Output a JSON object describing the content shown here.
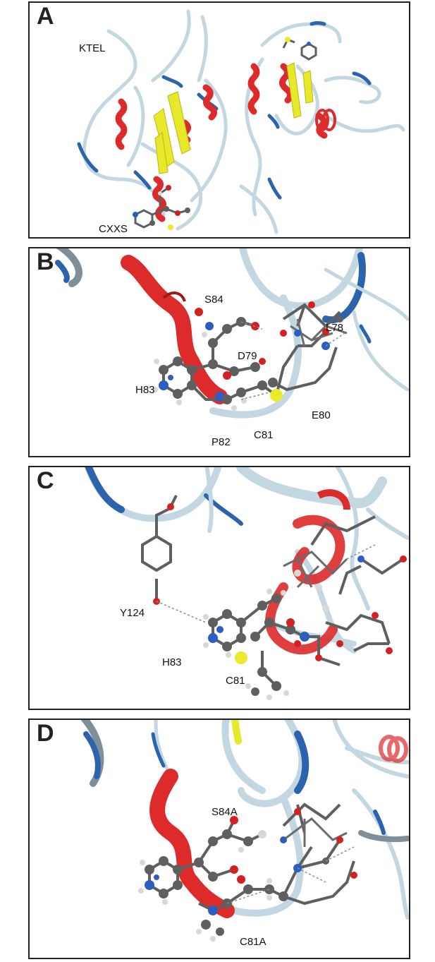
{
  "panels": [
    {
      "id": "A",
      "letter": "A",
      "labels": [
        "KTEL",
        "CXXS"
      ]
    },
    {
      "id": "B",
      "letter": "B",
      "labels": [
        "S84",
        "L78",
        "D79",
        "H83",
        "E80",
        "C81",
        "P82"
      ]
    },
    {
      "id": "C",
      "letter": "C",
      "labels": [
        "Y124",
        "H83",
        "C81"
      ]
    },
    {
      "id": "D",
      "letter": "D",
      "labels": [
        "S84A",
        "C81A"
      ]
    }
  ],
  "colors": {
    "coil": "#c3d7e2",
    "coil_dark": "#7f8f99",
    "turn": "#2b63ad",
    "helix": "#dd2a2a",
    "strand": "#e8e82a",
    "carbon": "#5f5f5f",
    "nitrogen": "#2b5fbf",
    "oxygen": "#d42020",
    "sulfur": "#eaea2a",
    "hydrogen": "#d8d8d8",
    "border": "#222222"
  }
}
